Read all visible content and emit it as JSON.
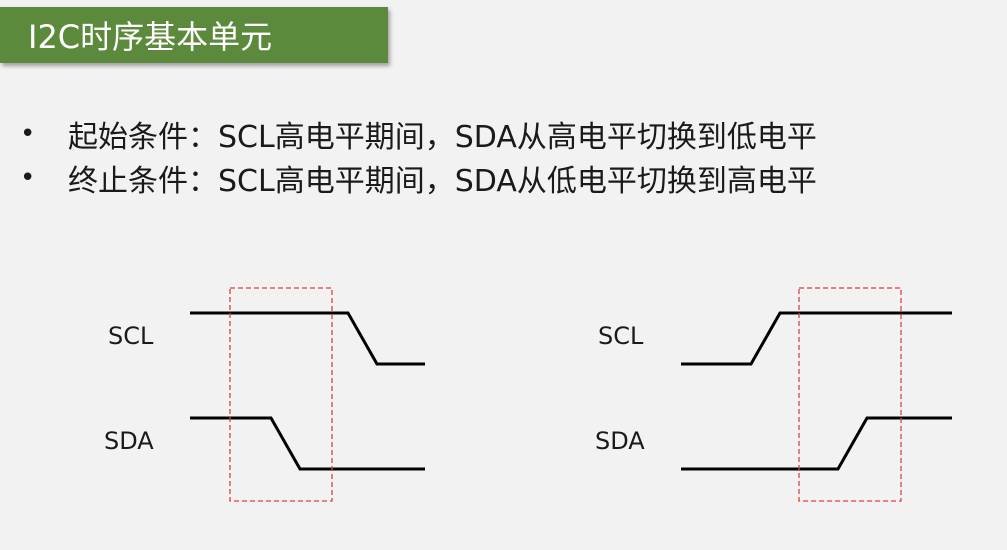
{
  "title": "I2C时序基本单元",
  "bullets": [
    "起始条件：SCL高电平期间，SDA从高电平切换到低电平",
    "终止条件：SCL高电平期间，SDA从低电平切换到高电平"
  ],
  "bullet_symbol": "•",
  "diagrams": [
    {
      "condition": "start",
      "scl_label": "SCL",
      "sda_label": "SDA"
    },
    {
      "condition": "stop",
      "scl_label": "SCL",
      "sda_label": "SDA"
    }
  ],
  "colors": {
    "title_bg": "#5b8a3c",
    "title_text": "#ffffff",
    "signal_line": "#000000",
    "highlight_box": "#e04040",
    "background": "#f2f2f2"
  }
}
